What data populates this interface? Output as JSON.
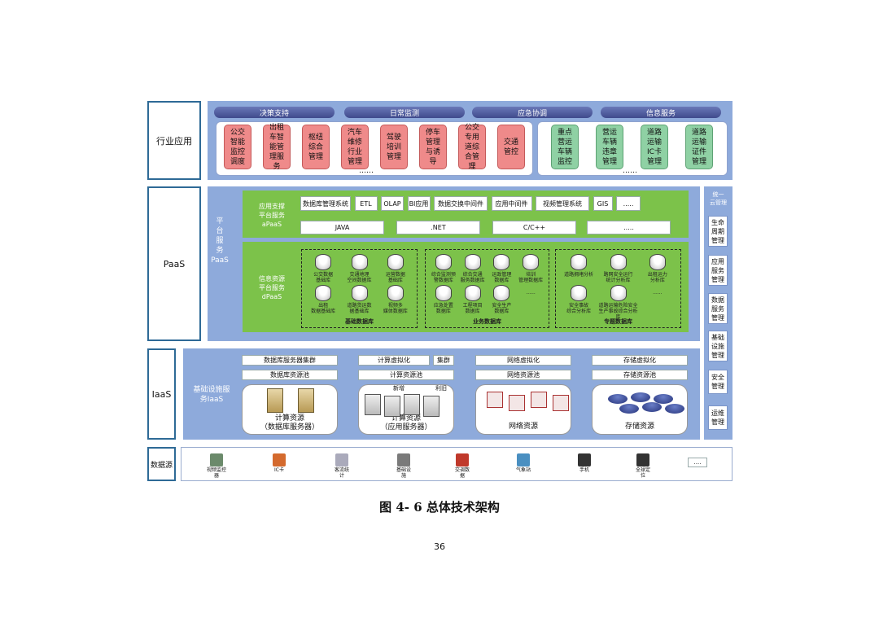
{
  "layers": {
    "app": "行业应用",
    "paas": "PaaS",
    "iaas": "IaaS",
    "datasource": "数据源"
  },
  "app": {
    "pills": [
      "决策支持",
      "日常监测",
      "应急协调",
      "信息服务"
    ],
    "red_cards": [
      "公交\n智能\n监控\n调度",
      "出租\n车智\n能管\n理服\n务",
      "枢纽\n综合\n管理",
      "汽车\n维修\n行业\n管理",
      "驾驶\n培训\n管理",
      "停车\n管理\n与诱\n导",
      "公交\n专用\n道综\n合管\n理",
      "交通\n管控"
    ],
    "green_cards": [
      "重点\n营运\n车辆\n监控",
      "营运\n车辆\n违章\n管理",
      "道路\n运输\nIC卡\n管理",
      "道路\n运输\n证件\n管理"
    ],
    "dots": "……"
  },
  "paas": {
    "side_label": "平\n台\n服\n务\nPaaS",
    "apaas_label": "应用支撑\n平台服务\naPaaS",
    "apaas_row1": [
      "数据库管理系统",
      "ETL",
      "OLAP",
      "BI应用",
      "数据交换中间件",
      "应用中间件",
      "视频管理系统",
      "GIS",
      "....."
    ],
    "apaas_row2": [
      "JAVA",
      ".NET",
      "C/C++",
      "....."
    ],
    "dpaas_label": "信息资源\n平台服务\ndPaaS",
    "groups": [
      {
        "title": "基础数据库",
        "top": [
          "公交数据\n基础库",
          "交通地理\n空间数据库",
          "运营数据\n基础库"
        ],
        "bottom": [
          "出租\n数据基础库",
          "道路货运数\n据基础库",
          "视频多\n媒体数据库"
        ]
      },
      {
        "title": "业务数据库",
        "top": [
          "综合监测预\n警数据库",
          "综合交通\n服务数据库",
          "运政管理\n数据库",
          "培训\n管理数据库"
        ],
        "bottom": [
          "应急处置\n数据库",
          "工程项目\n数据库",
          "安全生产\n数据库",
          "......"
        ]
      },
      {
        "title": "专题数据库",
        "top": [
          "道路拥堵分析",
          "路网安全运行\n统计分析库",
          "出租运力\n分析库"
        ],
        "bottom": [
          "安全事故\n综合分析库",
          "道路运输危险安全\n生产事故综合分析库",
          "......"
        ]
      }
    ]
  },
  "iaas": {
    "side_label": "基础设施服\n务IaaS",
    "columns": [
      {
        "top": "数据库服务器集群",
        "pool": "数据库资源池",
        "resource": "计算资源\n（数据库服务器）"
      },
      {
        "top": "计算虚拟化",
        "top_extra": "集群",
        "pool": "计算资源池",
        "resource": "计算资源\n（应用服务器）",
        "notes": [
          "新增",
          "利旧"
        ]
      },
      {
        "top": "网络虚拟化",
        "pool": "网络资源池",
        "resource": "网络资源"
      },
      {
        "top": "存储虚拟化",
        "pool": "存储资源池",
        "resource": "存储资源"
      }
    ]
  },
  "mgmt": {
    "title": "统一\n云管理",
    "items": [
      "生命\n周期\n管理",
      "应用\n服务\n管理",
      "数据\n服务\n管理",
      "基础\n设施\n管理",
      "安全\n管理",
      "运维\n管理"
    ]
  },
  "datasource": {
    "items": [
      "视频监控\n器",
      "IC卡",
      "客流统\n计",
      "基础设\n施",
      "交调数\n据",
      "气象站",
      "手机",
      "全球定\n位",
      "...."
    ]
  },
  "caption": "图 4- 6 总体技术架构",
  "page_number": "36",
  "colors": {
    "layer_border": "#2e6a96",
    "band": "#8eaadb",
    "pill": "#3f4a8c",
    "red_card": "#ef8a8a",
    "green_card": "#8fd1a4",
    "paas_green": "#7cc24a"
  }
}
